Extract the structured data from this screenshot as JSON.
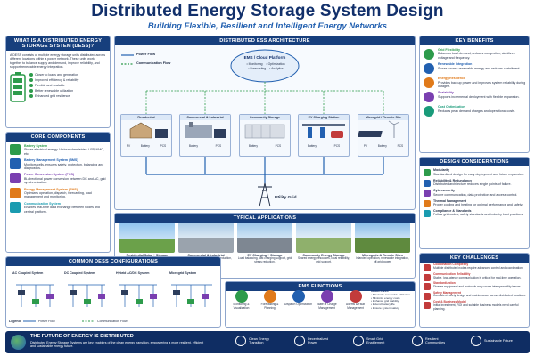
{
  "header": {
    "title": "Distributed Energy Storage System Design",
    "subtitle": "Building Flexible, Resilient and Intelligent Energy Networks"
  },
  "what_is": {
    "heading": "WHAT IS A DISTRIBUTED ENERGY STORAGE SYSTEM (DESS)?",
    "body": "A DESS consists of multiple energy storage units distributed across different locations within a power network. These units work together to balance supply and demand, improve reliability, and support renewable energy integration.",
    "bullets": [
      "Closer to loads and generation",
      "Improved efficiency & reliability",
      "Flexible and scalable",
      "Better renewable utilization",
      "Enhanced grid resilience"
    ]
  },
  "core": {
    "heading": "CORE COMPONENTS",
    "items": [
      {
        "name": "Battery System",
        "desc": "Stores electrical energy. Various chemistries: LFP, NMC, etc.",
        "color": "#2d9b4b"
      },
      {
        "name": "Battery Management System (BMS)",
        "desc": "Monitors cells, ensures safety, protection, balancing and diagnostics.",
        "color": "#2260b0"
      },
      {
        "name": "Power Conversion System (PCS)",
        "desc": "Bi-directional power conversion between DC and AC, grid synchronization.",
        "color": "#7a3fb0"
      },
      {
        "name": "Energy Management System (EMS)",
        "desc": "Optimizes operation, dispatch, forecasting, load management and monitoring.",
        "color": "#e07a1a"
      },
      {
        "name": "Communication System",
        "desc": "Enables real-time data exchange between nodes and central platform.",
        "color": "#1a9bb0"
      }
    ]
  },
  "arch": {
    "heading": "DISTRIBUTED ESS ARCHITECTURE",
    "legend_power": "Power Flow",
    "legend_comm": "Communication Flow",
    "cloud_title": "EMS / Cloud Platform",
    "cloud_items": [
      "• Monitoring",
      "• Optimization",
      "• Forecasting",
      "• Analytics"
    ],
    "sites": [
      "Residential",
      "Commercial & Industrial",
      "Community Storage",
      "EV Charging Station",
      "Microgrid / Remote Site"
    ],
    "unit_labels": [
      "PV",
      "Battery",
      "PCS"
    ],
    "grid": "Utility Grid"
  },
  "apps": {
    "heading": "TYPICAL APPLICATIONS",
    "items": [
      {
        "title": "Residential Solar + Storage",
        "desc": "Self-consumption, backup power, energy cost savings."
      },
      {
        "title": "Commercial & Industrial",
        "desc": "Peak shaving, demand charge reduction, backup power."
      },
      {
        "title": "EV Charging + Storage",
        "desc": "Load balancing, fast charging support, grid stress reduction."
      },
      {
        "title": "Community Energy Storage",
        "desc": "Shared energy resources, local reliability, grid support."
      },
      {
        "title": "Microgrids & Remote Sites",
        "desc": "Islanded operation, renewable integration, off-grid power."
      }
    ]
  },
  "configs": {
    "heading": "COMMON DESS CONFIGURATIONS",
    "items": [
      "AC Coupled System",
      "DC Coupled System",
      "Hybrid AC/DC System",
      "Microgrid System"
    ],
    "legend": "Legend",
    "legend_power": "Power Flow",
    "legend_comm": "Communication Flow"
  },
  "ems": {
    "heading": "EMS FUNCTIONS",
    "items": [
      "Monitoring & Visualization",
      "Forecasting & Planning",
      "Dispatch Optimization",
      "State of Charge Management",
      "Alarms & Fault Management"
    ],
    "objectives_title": "OBJECTIVES",
    "objectives": [
      "• Maximize renewable utilization",
      "• Minimize energy costs",
      "• Enhance grid stability",
      "• Extend battery life",
      "• Ensure system safety"
    ]
  },
  "benefits": {
    "heading": "KEY BENEFITS",
    "items": [
      {
        "title": "Grid Flexibility",
        "desc": "Balances load demand, reduces congestion, stabilizes voltage and frequency.",
        "color": "#2d9b4b"
      },
      {
        "title": "Renewable Integration",
        "desc": "Stores excess renewable energy and reduces curtailment.",
        "color": "#2260b0"
      },
      {
        "title": "Energy Resilience",
        "desc": "Provides backup power and improves system reliability during outages.",
        "color": "#e07a1a"
      },
      {
        "title": "Scalability",
        "desc": "Supports incremental deployment with flexible expansion.",
        "color": "#7a3fb0"
      },
      {
        "title": "Cost Optimization",
        "desc": "Reduces peak demand charges and operational costs.",
        "color": "#1a9b7a"
      }
    ]
  },
  "design": {
    "heading": "DESIGN CONSIDERATIONS",
    "items": [
      {
        "title": "Modularity",
        "desc": "Standardized design for easy deployment and future expansion."
      },
      {
        "title": "Reliability & Redundancy",
        "desc": "Distributed architecture reduces single points of failure."
      },
      {
        "title": "Cybersecurity",
        "desc": "Secure communication, data protection and access control."
      },
      {
        "title": "Thermal Management",
        "desc": "Proper cooling and heating for optimal performance and safety."
      },
      {
        "title": "Compliance & Standards",
        "desc": "Follow grid codes, safety standards and industry best practices."
      }
    ]
  },
  "challenges": {
    "heading": "KEY CHALLENGES",
    "items": [
      {
        "title": "Coordination Complexity",
        "desc": "Multiple distributed nodes require advanced control and coordination."
      },
      {
        "title": "Communication Reliability",
        "desc": "Stable, low-latency communication is critical for real-time operation."
      },
      {
        "title": "Standardization",
        "desc": "Diverse equipment and protocols may cause interoperability issues."
      },
      {
        "title": "Safety Management",
        "desc": "Consistent safety design and maintenance across distributed locations."
      },
      {
        "title": "Cost & Business Model",
        "desc": "Initial investment, ROI and suitable business models need careful planning."
      }
    ]
  },
  "footer": {
    "title": "THE FUTURE OF ENERGY IS DISTRIBUTED",
    "text": "Distributed Energy Storage Systems are key enablers of the clean energy transition, empowering a more resilient, efficient and sustainable energy future.",
    "tiles": [
      "Clean Energy Transition",
      "Decentralized Power",
      "Smart Grid Enablement",
      "Resilient Communities",
      "Sustainable Future"
    ]
  }
}
